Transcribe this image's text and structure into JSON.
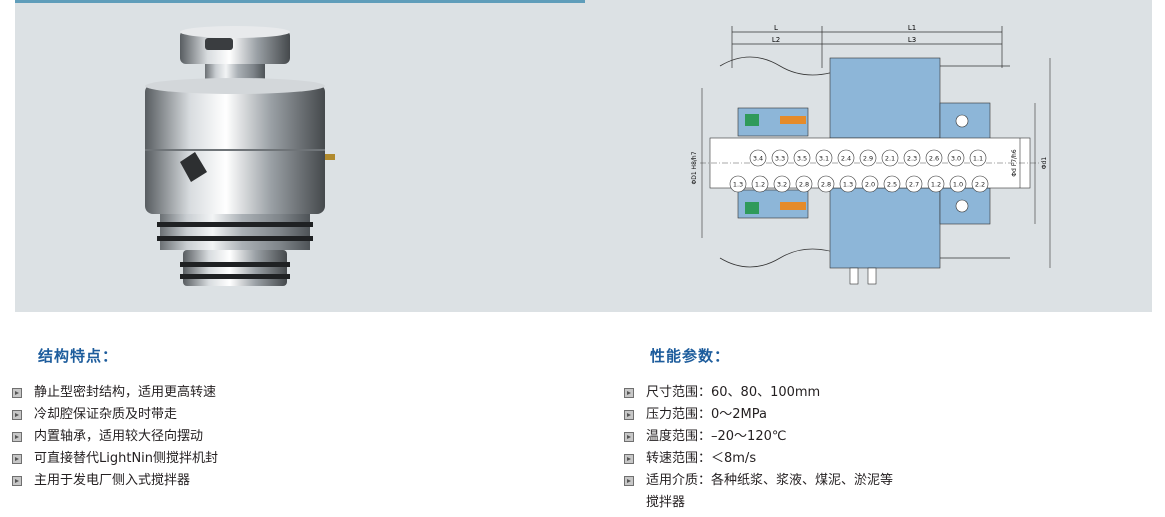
{
  "figure": {
    "dim_labels": [
      "L",
      "L2",
      "L1",
      "L3"
    ],
    "side_labels_left": [
      "ΦD1 H8/h7"
    ],
    "side_labels_right": [
      "Φd F7/h6",
      "Φd1"
    ],
    "callouts_top": [
      "3.4",
      "3.3",
      "3.5",
      "3.1",
      "2.4",
      "2.9",
      "2.1",
      "2.3",
      "2.6",
      "3.0",
      "1.1"
    ],
    "callouts_bottom": [
      "1.3",
      "1.2",
      "3.2",
      "2.8",
      "2.8",
      "1.3",
      "2.0",
      "2.5",
      "2.7",
      "1.2",
      "1.0",
      "2.2"
    ]
  },
  "features": {
    "title": "结构特点：",
    "items": [
      "静止型密封结构，适用更高转速",
      "冷却腔保证杂质及时带走",
      "内置轴承，适用较大径向摆动",
      "可直接替代LightNin侧搅拌机封",
      "主用于发电厂侧入式搅拌器"
    ]
  },
  "performance": {
    "title": "性能参数：",
    "items": [
      "尺寸范围：60、80、100mm",
      "压力范围：0～2MPa",
      "温度范围：–20～120℃",
      "转速范围：＜8m/s",
      "适用介质：各种纸浆、浆液、煤泥、淤泥等"
    ],
    "last_item_cont": "搅拌器"
  },
  "colors": {
    "band": "#dce1e4",
    "accent": "#1d5c9c",
    "rule": "#5f9dba",
    "part_blue": "#8db6d8"
  }
}
